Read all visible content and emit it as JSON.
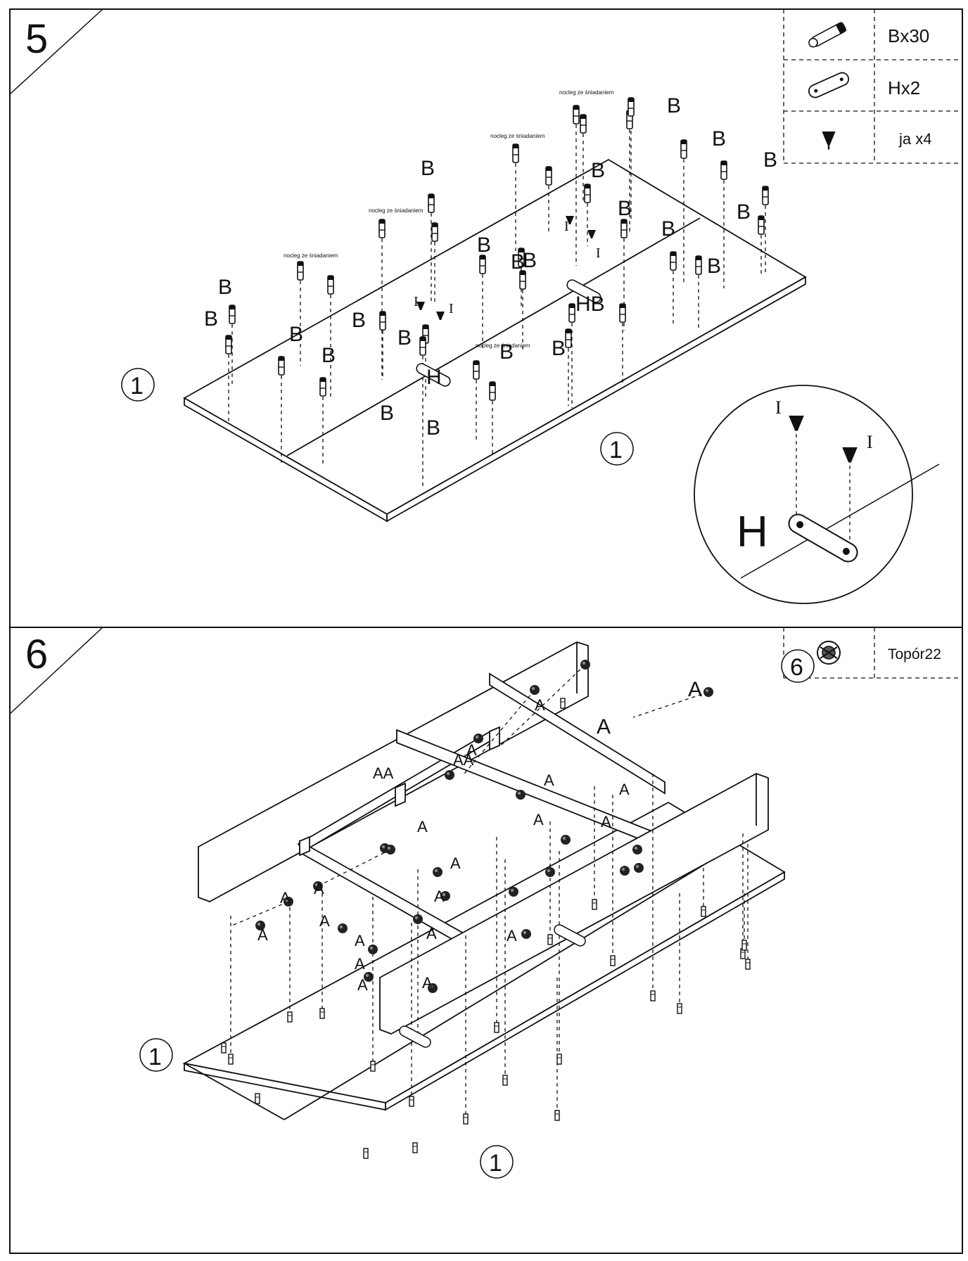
{
  "step5": {
    "number": "5",
    "legend": [
      {
        "icon": "dowel-cam-bolt-icon",
        "text": "Bx30"
      },
      {
        "icon": "connector-plate-icon",
        "text": "Hx2"
      },
      {
        "icon": "screw-icon",
        "text": "ja  x4"
      }
    ],
    "panel_label_left": "1",
    "panel_label_right": "1",
    "label_b": "B",
    "label_h": "H",
    "label_hb": "HB",
    "label_i": "I",
    "small_note": "nocleg ze śniadaniem",
    "detail": {
      "label_h": "H",
      "label_i": "I"
    }
  },
  "step6": {
    "number": "6",
    "legend": [
      {
        "icon": "cam-lock-icon",
        "text": "Topór22"
      }
    ],
    "label_a": "A",
    "label_aa": "AA",
    "panel_label_left": "1",
    "panel_label_bottom": "1",
    "frame_label": "6"
  }
}
